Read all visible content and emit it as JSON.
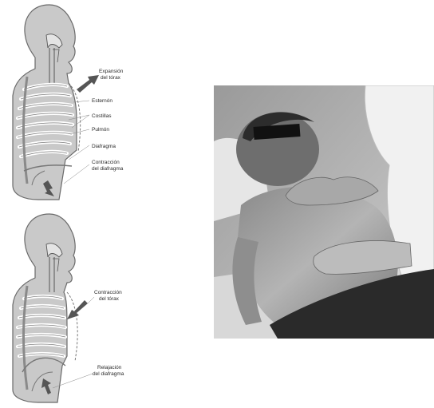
{
  "inhalation_diagram": {
    "labels": {
      "chest_expansion_line1": "Expansión",
      "chest_expansion_line2": "del tórax",
      "sternum": "Esternón",
      "ribs": "Costillas",
      "lungs": "Pulmón",
      "diaphragm": "Diafragma",
      "diaphragm_contraction_line1": "Contracción",
      "diaphragm_contraction_line2": "del diafragma"
    }
  },
  "exhalation_diagram": {
    "labels": {
      "chest_contraction_line1": "Contracción",
      "chest_contraction_line2": "del tórax",
      "diaphragm_relaxation_line1": "Relajación",
      "diaphragm_relaxation_line2": "del diafragma"
    }
  },
  "colors": {
    "body_fill": "#c9c9c9",
    "body_outline": "#6a6a6a",
    "arrow": "#555555",
    "photo_background": "#bdbdbd"
  }
}
